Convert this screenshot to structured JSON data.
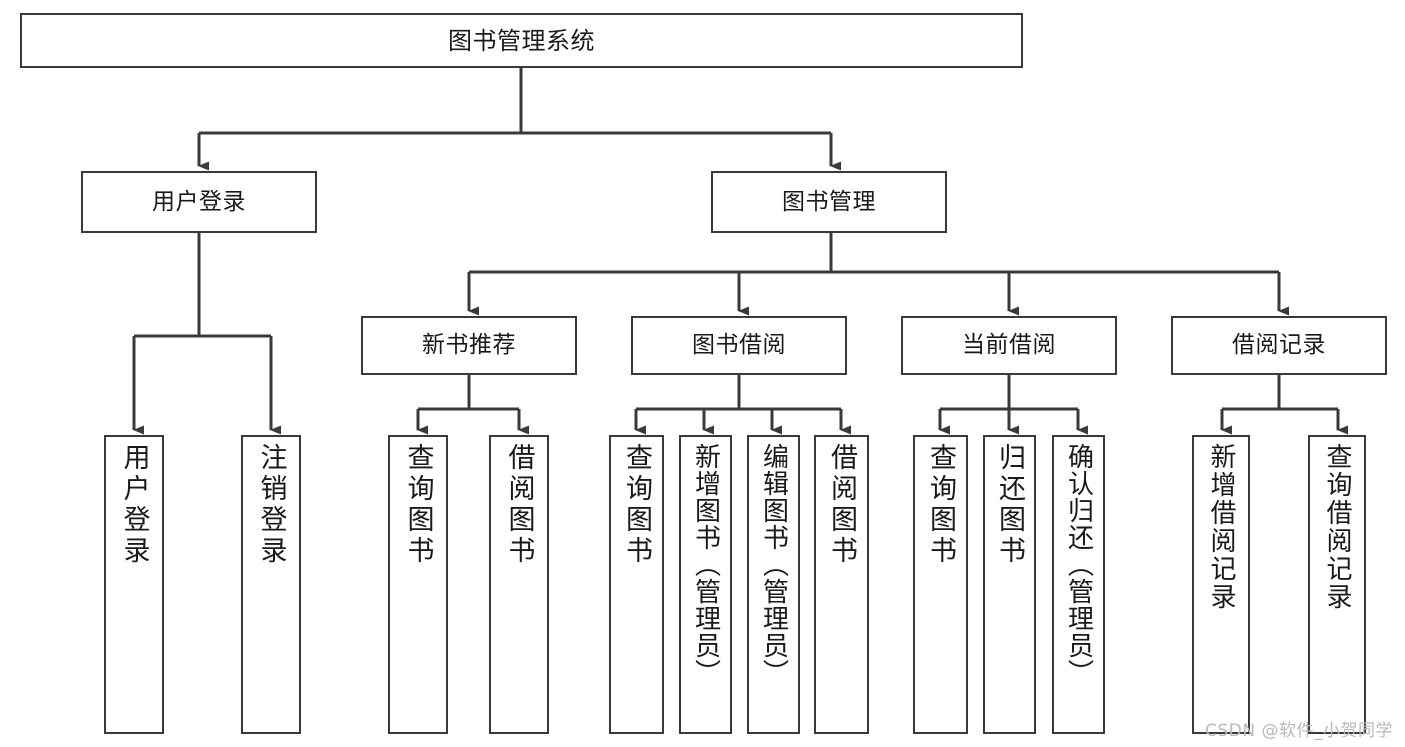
{
  "diagram": {
    "type": "tree-hierarchy-chart",
    "title": "图书管理系统",
    "line_color": "#3a3a3a",
    "box_fill": "#ffffff",
    "text_color": "#1a1a1a",
    "watermark": "CSDN @软件_小贺同学",
    "nodes": {
      "root": {
        "label": "图书管理系统"
      },
      "level1": [
        {
          "id": "user-login",
          "label": "用户登录"
        },
        {
          "id": "book-manage",
          "label": "图书管理"
        }
      ],
      "level2": [
        {
          "id": "new-book-recommend",
          "label": "新书推荐"
        },
        {
          "id": "book-borrow",
          "label": "图书借阅"
        },
        {
          "id": "current-borrow",
          "label": "当前借阅"
        },
        {
          "id": "borrow-record",
          "label": "借阅记录"
        }
      ],
      "leaves": {
        "user_login": [
          {
            "id": "leaf-user-login",
            "label": "用户登录"
          },
          {
            "id": "leaf-user-logout",
            "label": "注销登录"
          }
        ],
        "new_book_recommend": [
          {
            "id": "leaf-query-book-1",
            "label": "查询图书"
          },
          {
            "id": "leaf-borrow-book-1",
            "label": "借阅图书"
          }
        ],
        "book_borrow": [
          {
            "id": "leaf-query-book-2",
            "label": "查询图书"
          },
          {
            "id": "leaf-add-book",
            "label": "新增图书（管理员）"
          },
          {
            "id": "leaf-edit-book",
            "label": "编辑图书（管理员）"
          },
          {
            "id": "leaf-borrow-book-2",
            "label": "借阅图书"
          }
        ],
        "current_borrow": [
          {
            "id": "leaf-query-book-3",
            "label": "查询图书"
          },
          {
            "id": "leaf-return-book",
            "label": "归还图书"
          },
          {
            "id": "leaf-confirm-return",
            "label": "确认归还（管理员）"
          }
        ],
        "borrow_record": [
          {
            "id": "leaf-add-record",
            "label": "新增借阅记录"
          },
          {
            "id": "leaf-query-record",
            "label": "查询借阅记录"
          }
        ]
      }
    }
  }
}
